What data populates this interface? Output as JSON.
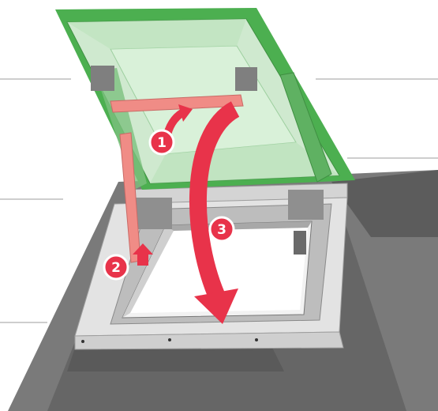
{
  "diagram": {
    "steps": [
      {
        "number": "1"
      },
      {
        "number": "2"
      },
      {
        "number": "3"
      }
    ]
  },
  "colors": {
    "frame_green": "#4caf50",
    "glass_green": "#d6efd6",
    "arrow_red": "#e8334a",
    "rod_pink": "#f08c86",
    "curb_gray": "#d9d9d9",
    "flashing_dark": "#6f6f6f",
    "roof_line": "#b9b9b9"
  }
}
